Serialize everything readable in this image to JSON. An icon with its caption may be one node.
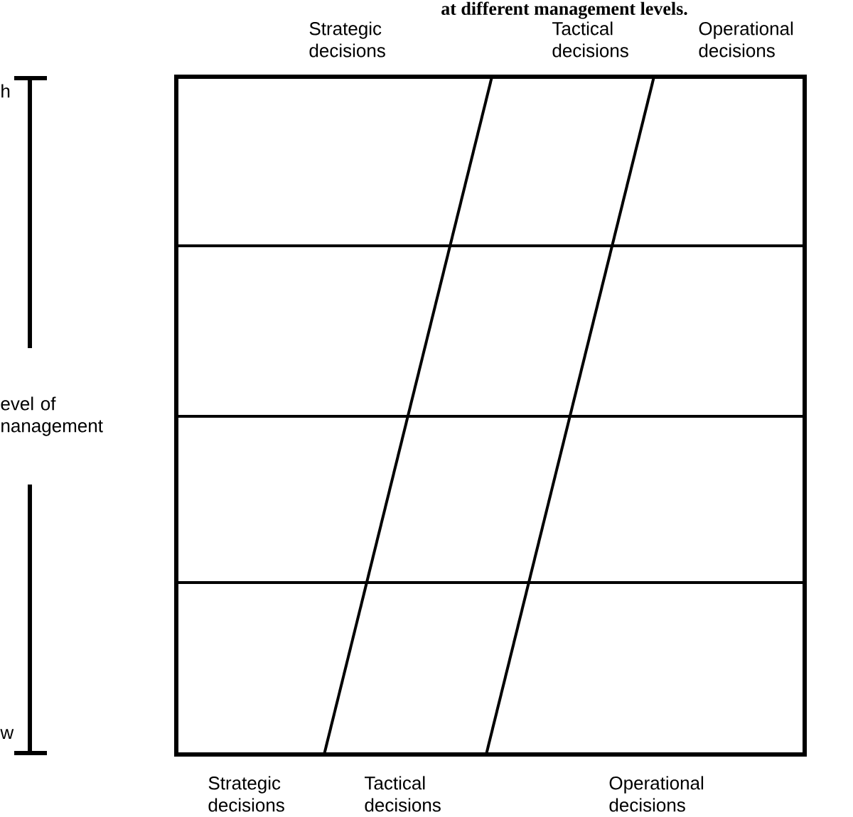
{
  "diagram": {
    "title": "at different management levels.",
    "labels": [
      "Strategic decisions",
      "Tactical decisions",
      "Operational decisions",
      "h",
      "evel of nanagement",
      "w",
      "Strategic decisions",
      "Tactical decisions",
      "Operational decisions"
    ]
  }
}
